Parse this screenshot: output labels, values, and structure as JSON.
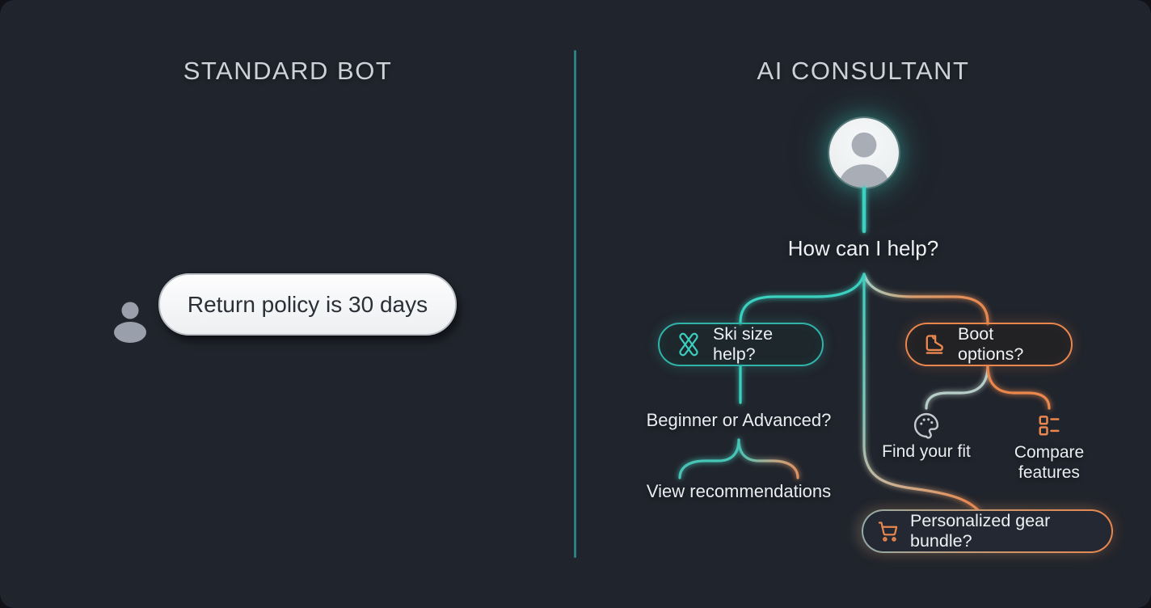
{
  "left": {
    "title": "STANDARD BOT",
    "bubble": "Return policy is 30 days"
  },
  "right": {
    "title": "AI CONSULTANT",
    "prompt": "How can I help?",
    "ski_label": "Ski size help?",
    "boot_label": "Boot options?",
    "beginner_label": "Beginner or Advanced?",
    "view_label": "View recommendations",
    "find_fit_label": "Find your fit",
    "compare_label": "Compare features",
    "bundle_label": "Personalized gear bundle?"
  },
  "icons": {
    "left_user": "user-silhouette-icon",
    "avatar": "consultant-avatar-icon",
    "ski": "crossed-skis-icon",
    "boot": "ski-boot-icon",
    "palette": "palette-icon",
    "compare": "checklist-icon",
    "cart": "shopping-cart-icon"
  },
  "colors": {
    "background": "#20242c",
    "teal_accent": "#3ad0bf",
    "orange_accent": "#e9874e",
    "divider": "#2b8084",
    "bubble_bg": "#f6f7f8",
    "bubble_text": "#2b3037",
    "title_text": "#ccd2d9",
    "body_text": "#eef1f3"
  }
}
